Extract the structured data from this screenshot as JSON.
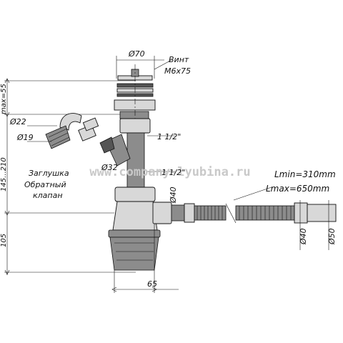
{
  "labels": {
    "dia70": "Ø70",
    "screw_title": "Винт",
    "screw_spec": "M6x75",
    "max55": "max=55",
    "dia22": "Ø22",
    "dia19": "Ø19",
    "range": "145...210",
    "thread_upper": "1 1/2\"",
    "thread_lower": "1 1/2\"",
    "dia32": "Ø32",
    "plug": "Заглушка",
    "valve_line1": "Обратный",
    "valve_line2": "клапан",
    "dia40_top": "Ø40",
    "lmin": "Lmin=310mm",
    "lmax": "Lmax=650mm",
    "dim105": "105",
    "dia40_bottom": "Ø40",
    "dia50": "Ø50",
    "dim65": "65"
  },
  "watermark": "www.company-lyubina.ru",
  "colors": {
    "line": "#111111",
    "part_fill": "#8c8c8c",
    "light_fill": "#d8d8d8",
    "watermark": "#c9c9c9"
  }
}
